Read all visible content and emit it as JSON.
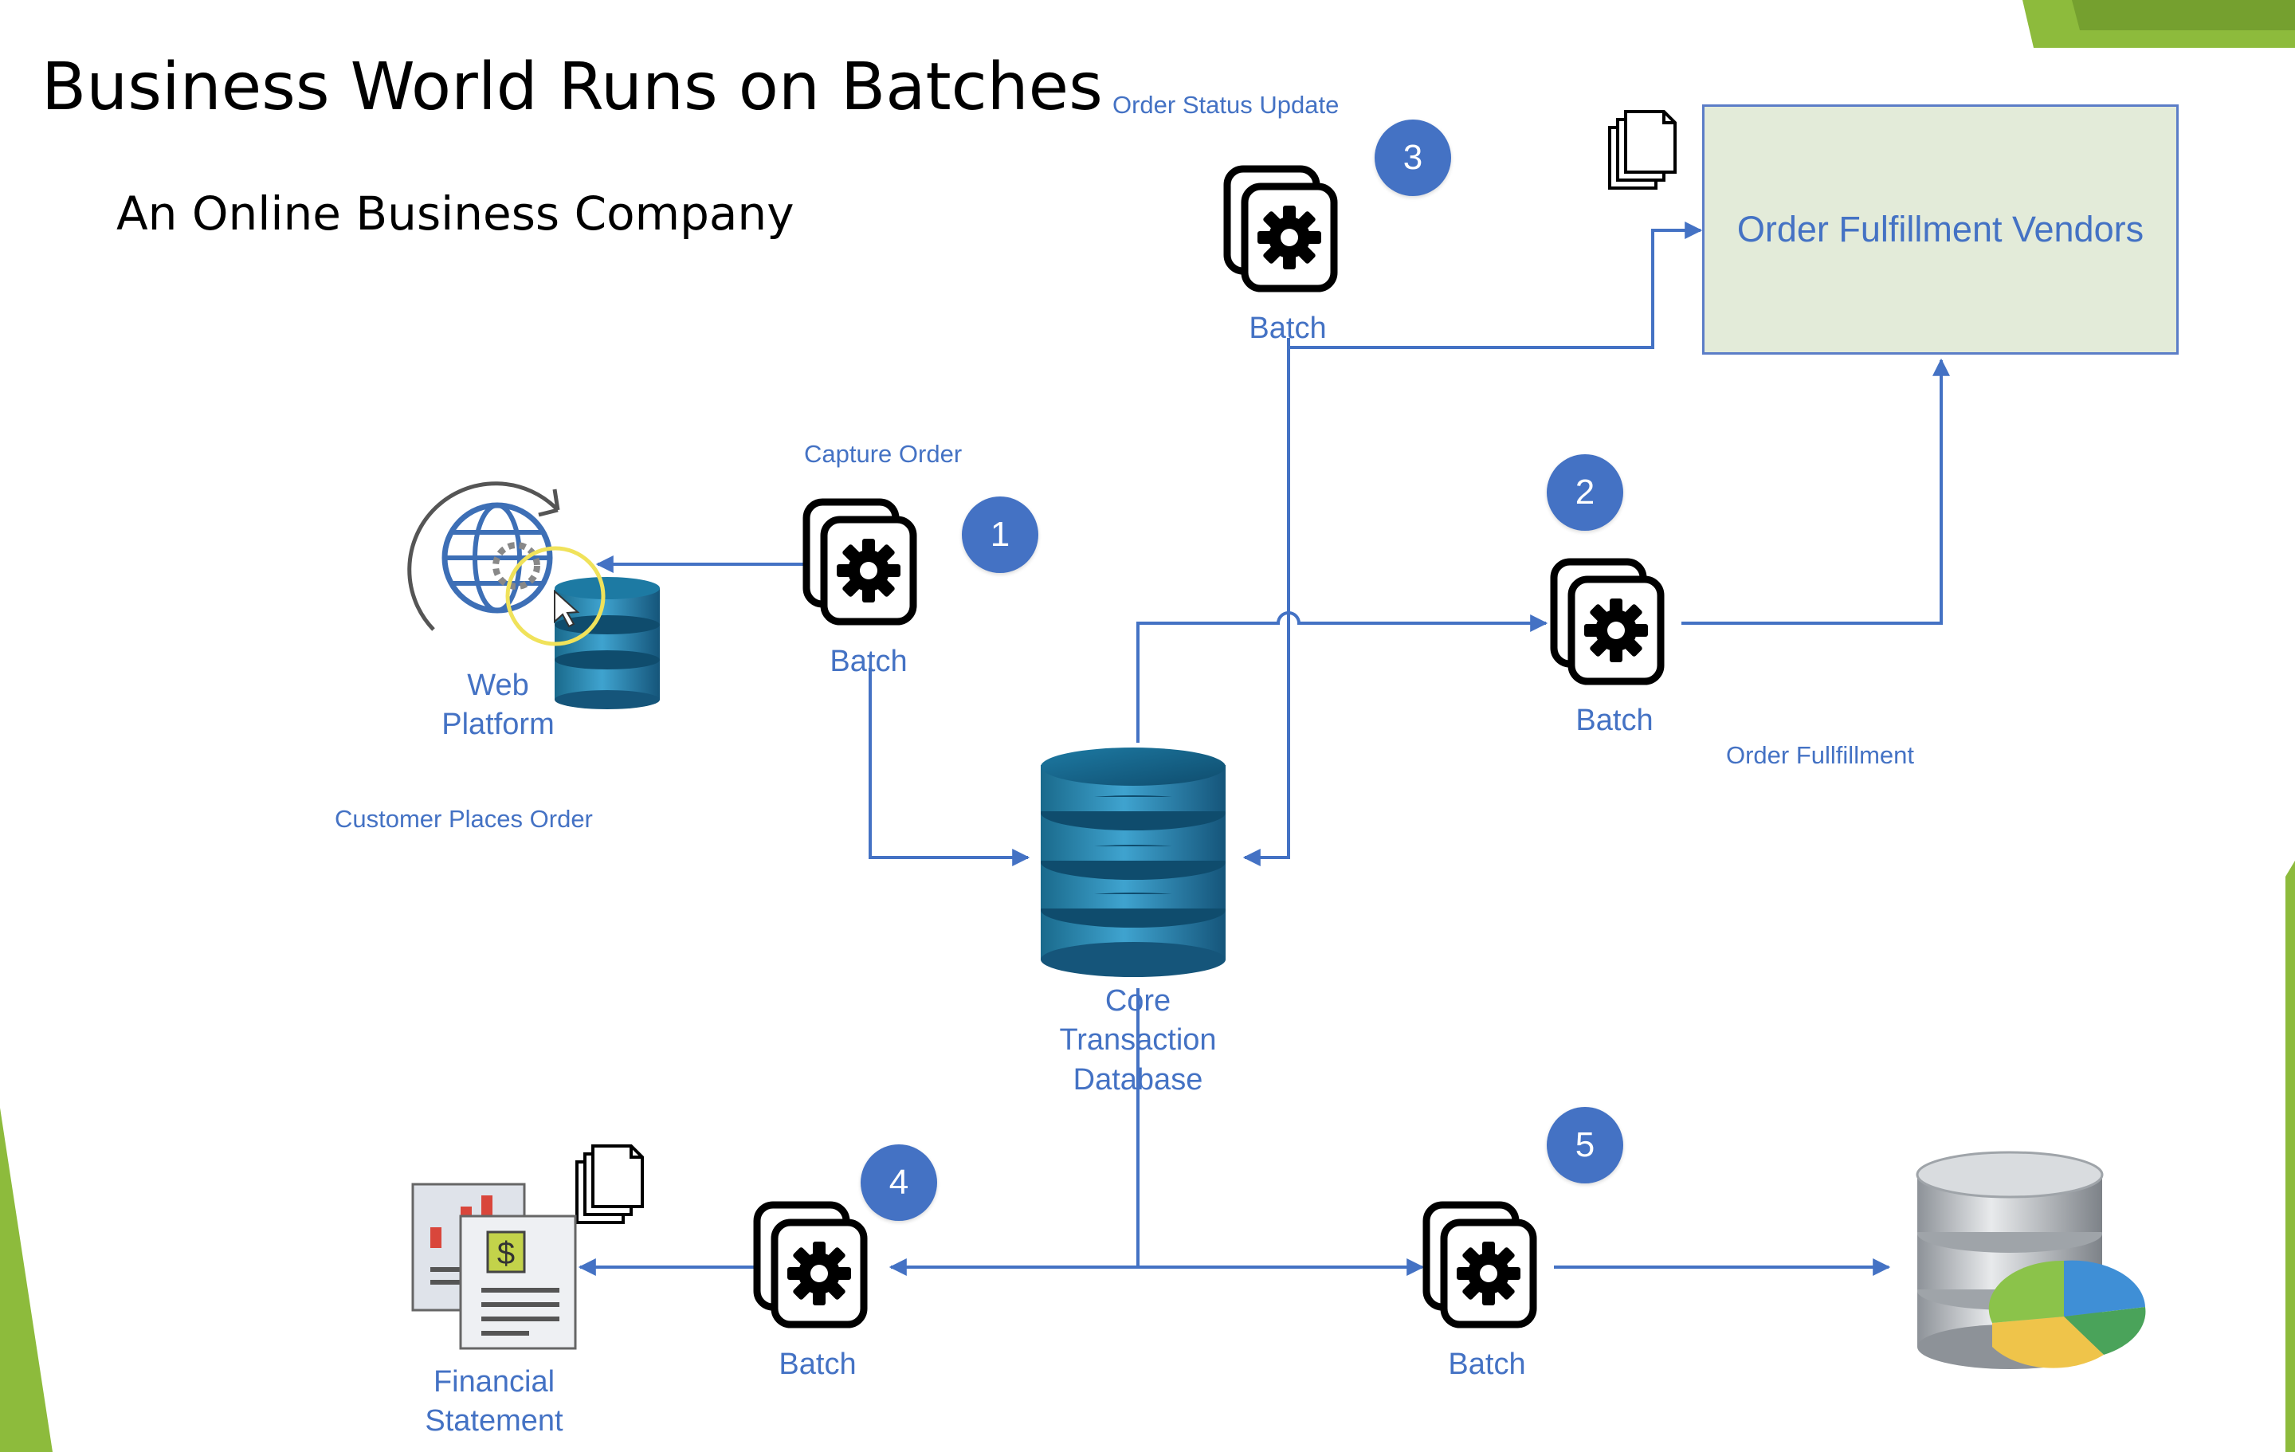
{
  "slide": {
    "title": "Business World Runs on Batches",
    "subtitle": "An Online Business Company"
  },
  "nodes": {
    "web_platform": "Web\nPlatform",
    "core_db": "Core\nTransaction\nDatabase",
    "vendors": "Order Fulfillment Vendors",
    "financial": "Financial\nStatement",
    "batch": "Batch"
  },
  "annotations": {
    "customer_places_order": "Customer Places Order",
    "capture_order": "Capture Order",
    "order_status_update": "Order Status Update",
    "order_fulfillment": "Order Fullfillment"
  },
  "steps": [
    "1",
    "2",
    "3",
    "4",
    "5"
  ],
  "icons": {
    "batch": "gear-document-icon",
    "database": "database-cylinder-icon",
    "web_platform": "globe-gear-icon",
    "documents": "documents-stack-icon",
    "financial": "financial-report-icon",
    "analytics": "database-pie-chart-icon"
  },
  "colors": {
    "accent": "#4472c4",
    "vendor_fill": "#e3ebd9",
    "theme_green": "#8dbb3c"
  }
}
